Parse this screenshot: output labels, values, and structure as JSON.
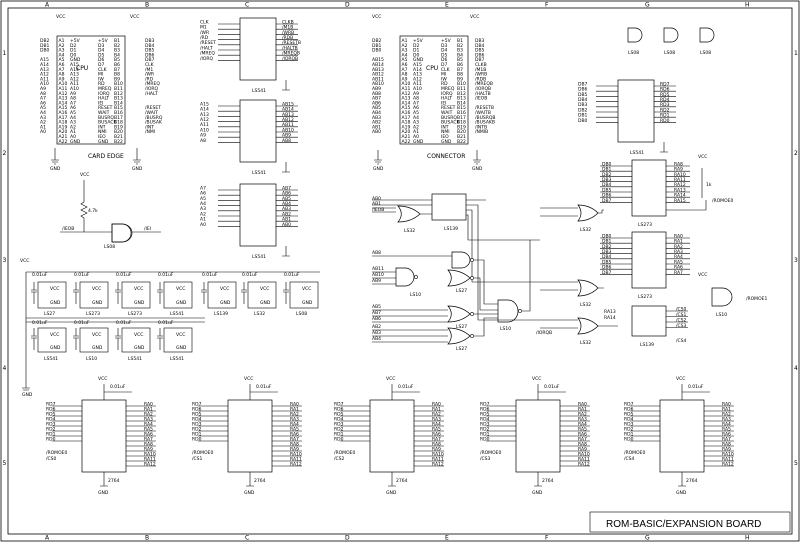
{
  "title": "ROM-BASIC/EXPANSION BOARD",
  "border": {
    "cols": [
      "A",
      "B",
      "C",
      "D",
      "E",
      "F",
      "G",
      "H"
    ],
    "rows": [
      "1",
      "2",
      "3",
      "4",
      "5"
    ]
  },
  "power": {
    "vcc": "VCC",
    "gnd": "GND",
    "cap": "0.01uF",
    "res": "4.7k",
    "res2": "1k"
  },
  "card_edge": {
    "label": "CARD EDGE",
    "cpu": "CPU",
    "left": [
      "DB2",
      "DB1",
      "DB0",
      "",
      "A15",
      "A14",
      "A13",
      "A12",
      "A11",
      "A10",
      "A9",
      "A8",
      "A7",
      "A6",
      "A5",
      "A4",
      "A3",
      "A2",
      "A1",
      "A0",
      "",
      ""
    ],
    "left_pins": [
      "A1",
      "A2",
      "A3",
      "A4",
      "A5",
      "A6",
      "A7",
      "A8",
      "A9",
      "A10",
      "A11",
      "A12",
      "A13",
      "A14",
      "A15",
      "A16",
      "A17",
      "A18",
      "A19",
      "A20",
      "A21",
      "A22"
    ],
    "inner_left": [
      "+5V",
      "D2",
      "D1",
      "D0",
      "GND",
      "A15",
      "A14",
      "A13",
      "A12",
      "A11",
      "A10",
      "A9",
      "A8",
      "A7",
      "A6",
      "A5",
      "A4",
      "A3",
      "A2",
      "A1",
      "A0",
      "GND"
    ],
    "inner_right": [
      "+5V",
      "D3",
      "D4",
      "D5",
      "D6",
      "D7",
      "CLK",
      "MI",
      "IW",
      "RD",
      "MREQ",
      "IORQ",
      "HALT",
      "IEI",
      "RESET",
      "WAIT",
      "BUSRQ",
      "BUSACK",
      "INT",
      "NMI",
      "IEO",
      "GND"
    ],
    "right_pins": [
      "B1",
      "B2",
      "B3",
      "B4",
      "B5",
      "B6",
      "B7",
      "B8",
      "B9",
      "B10",
      "B11",
      "B12",
      "B13",
      "B14",
      "B15",
      "B16",
      "B17",
      "B18",
      "B19",
      "B20",
      "B21",
      "B22"
    ],
    "right": [
      "DB3",
      "DB4",
      "DB5",
      "DB6",
      "DB7",
      "CLK",
      "/M1",
      "/WR",
      "/RD",
      "/MREQ",
      "/IORQ",
      "/HALT",
      "",
      "",
      "/RESET",
      "/WAIT",
      "/BUSRQ",
      "/BUSAK",
      "/INT",
      "/NMI",
      "",
      ""
    ]
  },
  "connector": {
    "label": "CONNECTOR",
    "cpu": "CPU",
    "left": [
      "DB2",
      "DB1",
      "DB0",
      "",
      "AB15",
      "AB14",
      "AB13",
      "AB12",
      "AB11",
      "AB10",
      "AB9",
      "AB8",
      "AB7",
      "AB6",
      "AB5",
      "AB4",
      "AB3",
      "AB2",
      "AB1",
      "AB0",
      "",
      ""
    ],
    "right": [
      "DB3",
      "DB4",
      "DB5",
      "DB6",
      "DB7",
      "CLKB",
      "/M1B",
      "/WRB",
      "/RDB",
      "/MREQB",
      "/IORQB",
      "/HALTB",
      "/IEOB",
      "",
      "/RESETB",
      "/WAITB",
      "/BUSRQB",
      "/BUSAKB",
      "/INTB",
      "/NMIB",
      "",
      ""
    ]
  },
  "buffers": [
    {
      "name": "LS541",
      "inputs": [
        "CLK",
        "M1",
        "/WR",
        "/RD",
        "/RESET",
        "/HALT",
        "/MREQ",
        "/IORQ"
      ],
      "outputs": [
        "CLKB",
        "/M1B",
        "/WRB",
        "/RDB",
        "/RESETB",
        "/HALTB",
        "/MREQB",
        "/IORQB"
      ]
    },
    {
      "name": "LS541",
      "inputs": [
        "A15",
        "A14",
        "A13",
        "A12",
        "A11",
        "A10",
        "A9",
        "A8"
      ],
      "outputs": [
        "AB15",
        "AB14",
        "AB13",
        "AB12",
        "AB11",
        "AB10",
        "AB9",
        "AB8"
      ]
    },
    {
      "name": "LS541",
      "inputs": [
        "A7",
        "A6",
        "A5",
        "A4",
        "A3",
        "A2",
        "A1",
        "A0"
      ],
      "outputs": [
        "AB7",
        "AB6",
        "AB5",
        "AB4",
        "AB3",
        "AB2",
        "AB1",
        "AB0"
      ]
    },
    {
      "name": "LS541",
      "inputs": [
        "DB7",
        "DB6",
        "DB5",
        "DB4",
        "DB3",
        "DB2",
        "DB1",
        "DB0"
      ],
      "outputs": [
        "RD7",
        "RD6",
        "RD5",
        "RD4",
        "RD3",
        "RD2",
        "RD1",
        "RD0"
      ]
    }
  ],
  "logic": {
    "ieo_net": "/IEOB",
    "iei_net": "/IEI",
    "romoe0": "/ROMOE0",
    "romoe1": "/ROMOE1",
    "iorqb": "/IORQB",
    "cs4": "/CS4",
    "gates": [
      "LS08",
      "LS08",
      "LS08",
      "LS32",
      "LS139",
      "LS10",
      "LS27",
      "LS27",
      "LS27",
      "LS10",
      "LS32",
      "LS32",
      "LS32",
      "LS10",
      "LS139",
      "LS273",
      "LS273"
    ],
    "address_lines": [
      "AB0",
      "AB1",
      "AB8",
      "AB11",
      "AB10",
      "AB9",
      "AB5",
      "AB7",
      "AB6",
      "AB2",
      "AB3",
      "AB4",
      "RA13",
      "RA14"
    ],
    "cs_outputs": [
      "/CS0",
      "/CS1",
      "/CS2",
      "/CS3"
    ]
  },
  "latches": {
    "in": [
      "DB0",
      "DB1",
      "DB2",
      "DB3",
      "DB4",
      "DB5",
      "DB6",
      "DB7"
    ],
    "out_hi": [
      "RA8",
      "RA9",
      "RA10",
      "RA11",
      "RA12",
      "RA13",
      "RA14",
      "RA15"
    ],
    "out_lo": [
      "RA0",
      "RA1",
      "RA2",
      "RA3",
      "RA4",
      "RA5",
      "RA6",
      "RA7"
    ]
  },
  "decoupling": {
    "chips": [
      "LS27",
      "LS273",
      "LS273",
      "LS541",
      "LS139",
      "LS32",
      "LS08",
      "LS541",
      "LS10",
      "LS541",
      "LS541"
    ]
  },
  "eproms": [
    {
      "name": "2764",
      "cs": "/CS0"
    },
    {
      "name": "2764",
      "cs": "/CS1"
    },
    {
      "name": "2764",
      "cs": "/CS2"
    },
    {
      "name": "2764",
      "cs": "/CS3"
    },
    {
      "name": "2764",
      "cs": "/CS4"
    }
  ],
  "eprom_data": [
    "RD7",
    "RD6",
    "RD5",
    "RD4",
    "RD3",
    "RD2",
    "RD1",
    "RD0"
  ],
  "eprom_addr": [
    "RA0",
    "RA1",
    "RA2",
    "RA3",
    "RA4",
    "RA5",
    "RA6",
    "RA7",
    "RA8",
    "RA9",
    "RA10",
    "RA11",
    "RA12"
  ],
  "eprom_ctrl": [
    "/ROMOE0"
  ]
}
